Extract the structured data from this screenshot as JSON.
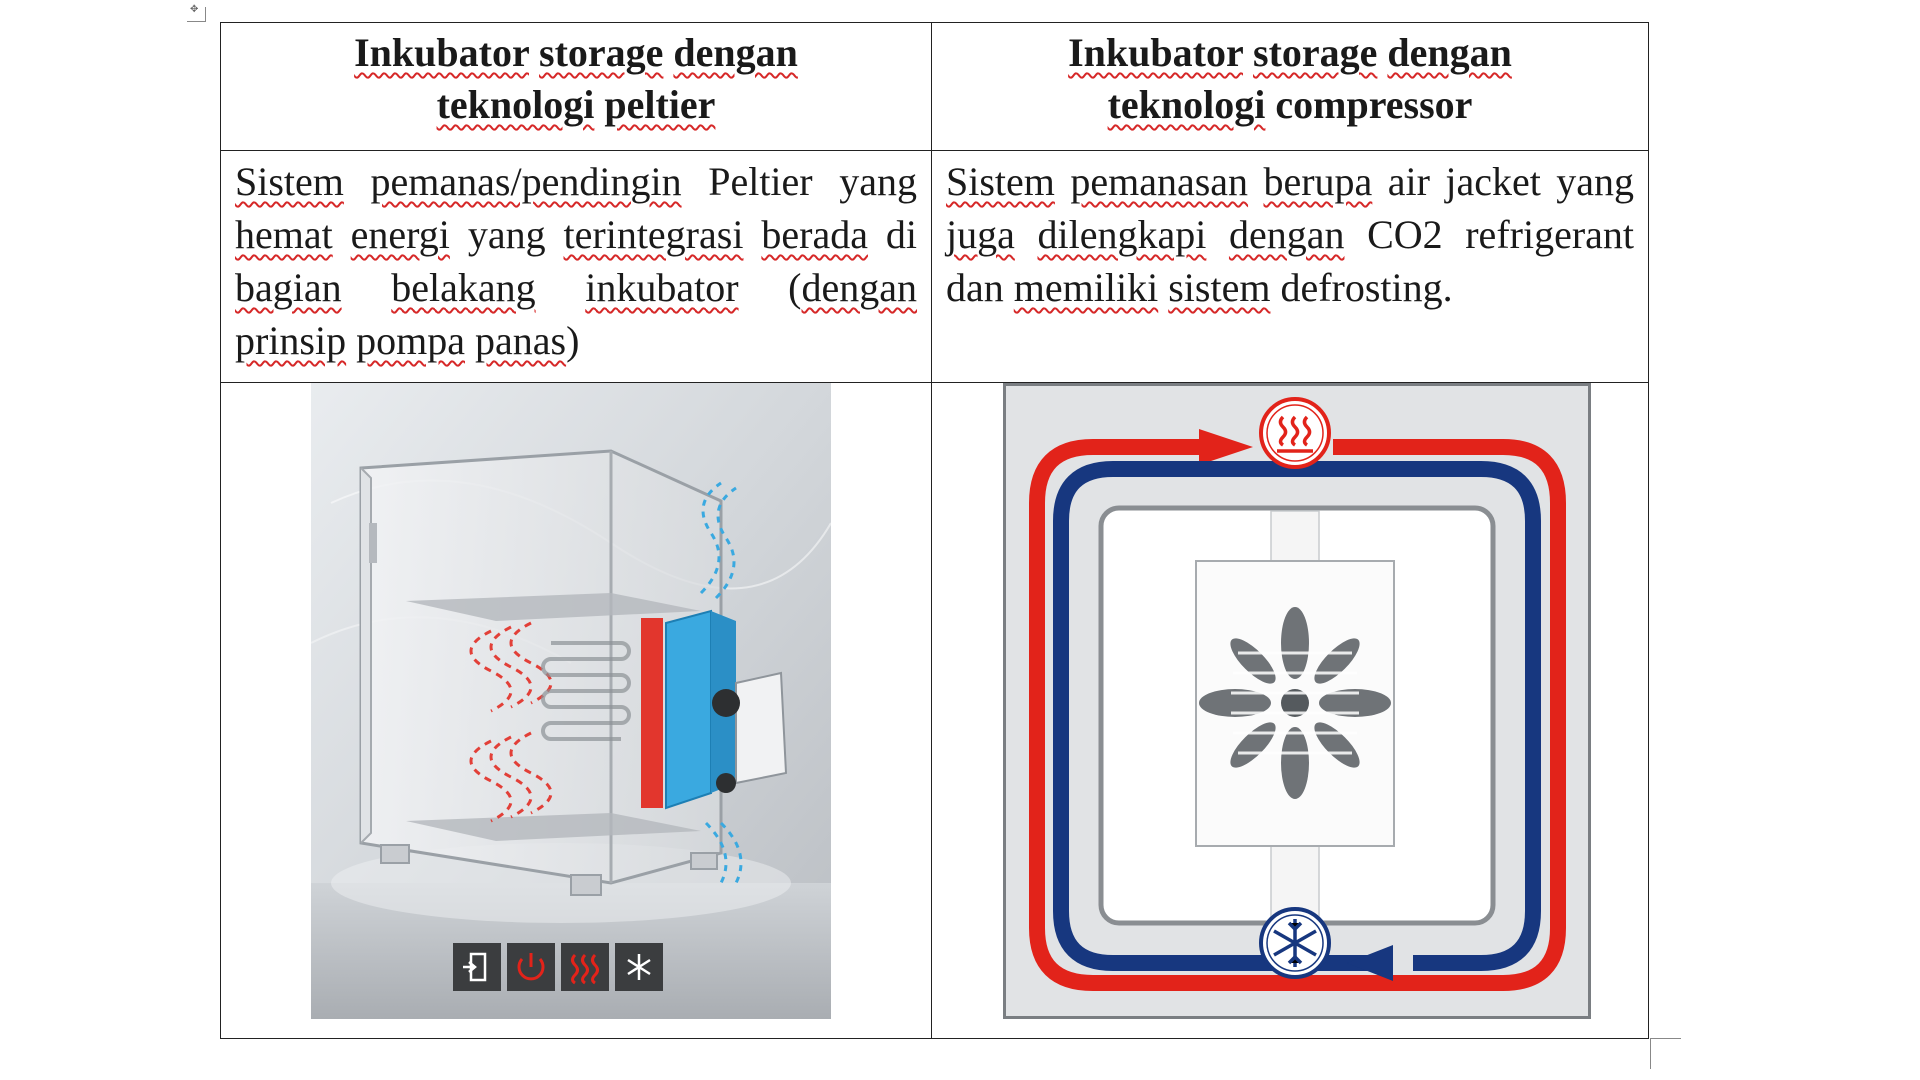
{
  "table": {
    "headers": [
      {
        "line1": [
          "Inkubator",
          " ",
          "storage",
          " ",
          "dengan"
        ],
        "line2": [
          "teknologi",
          " ",
          "peltier"
        ]
      },
      {
        "line1": [
          "Inkubator",
          " ",
          "storage",
          " ",
          "dengan"
        ],
        "line2": [
          "teknologi",
          " ",
          "compressor"
        ]
      }
    ],
    "descriptions": [
      [
        "Sistem",
        " ",
        "pemanas/pendingin",
        " Peltier yang ",
        "hemat",
        " ",
        "energi",
        " yang ",
        "terintegrasi",
        " ",
        "berada",
        " di ",
        "bagian",
        " ",
        "belakang",
        " ",
        "inkubator",
        " (",
        "dengan",
        " ",
        "prinsip",
        " ",
        "pompa",
        " ",
        "panas",
        ")"
      ],
      [
        "Sistem",
        " ",
        "pemanasan",
        " ",
        "berupa",
        " air jacket yang ",
        "juga",
        " ",
        "dilengkapi",
        " ",
        "dengan",
        " CO2 refrigerant dan ",
        "memiliki",
        " ",
        "sistem",
        " defrosting."
      ]
    ]
  },
  "images": {
    "peltier": {
      "icons": [
        "door-icon",
        "power-icon",
        "heat-icon",
        "snowflake-icon"
      ]
    },
    "compressor": {
      "icons": [
        "heating-icon",
        "cooling-snowflake-icon",
        "fan-icon"
      ]
    }
  },
  "colors": {
    "heat_red": "#e2231a",
    "cool_blue": "#17377f",
    "peltier_blue": "#3aa9e0",
    "spellcheck": "#d62828"
  }
}
